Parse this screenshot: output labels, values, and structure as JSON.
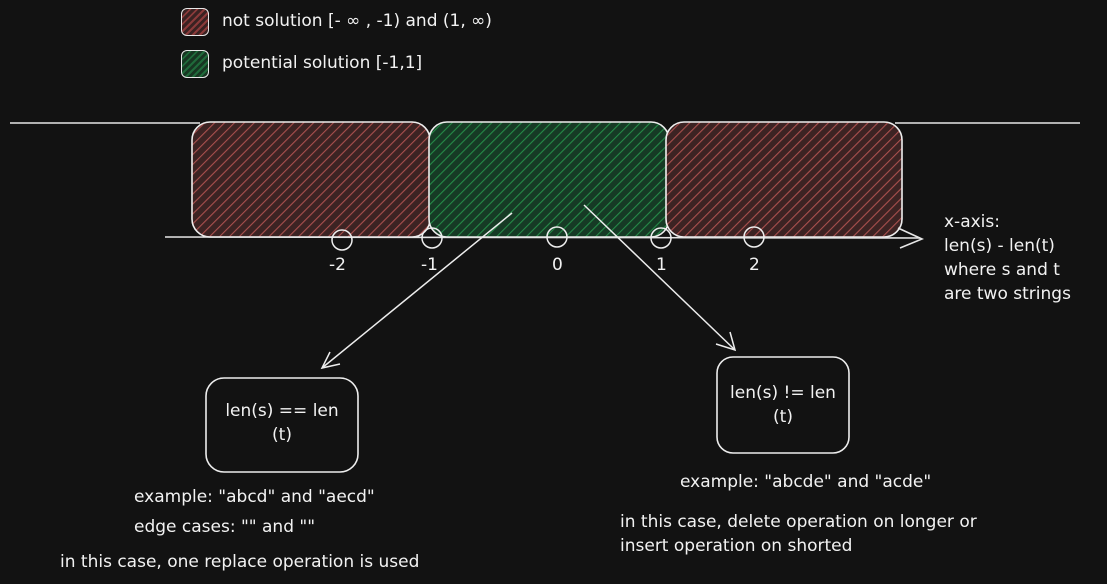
{
  "legend": {
    "not_solution": "not solution [- ∞ , -1) and (1, ∞)",
    "potential_solution": "potential solution [-1,1]",
    "not_solution_color": "#c0504d",
    "potential_solution_color": "#2f9e55"
  },
  "axis": {
    "ticks": [
      "-2",
      "-1",
      "0",
      "1",
      "2"
    ],
    "caption": [
      "x-axis:",
      "len(s) - len(t)",
      "where s and t",
      "are two strings"
    ]
  },
  "left_box": {
    "line1": "len(s) == len",
    "line2": "(t)"
  },
  "right_box": {
    "line1": "len(s) != len",
    "line2": "(t)"
  },
  "left_notes": {
    "example": "example: \"abcd\" and \"aecd\"",
    "edge": "edge cases: \"\" and \"\"",
    "case": "in this case, one replace operation is used"
  },
  "right_notes": {
    "example": "example: \"abcde\" and \"acde\"",
    "case1": "in this case, delete operation on longer or",
    "case2": "insert operation on shorted"
  }
}
